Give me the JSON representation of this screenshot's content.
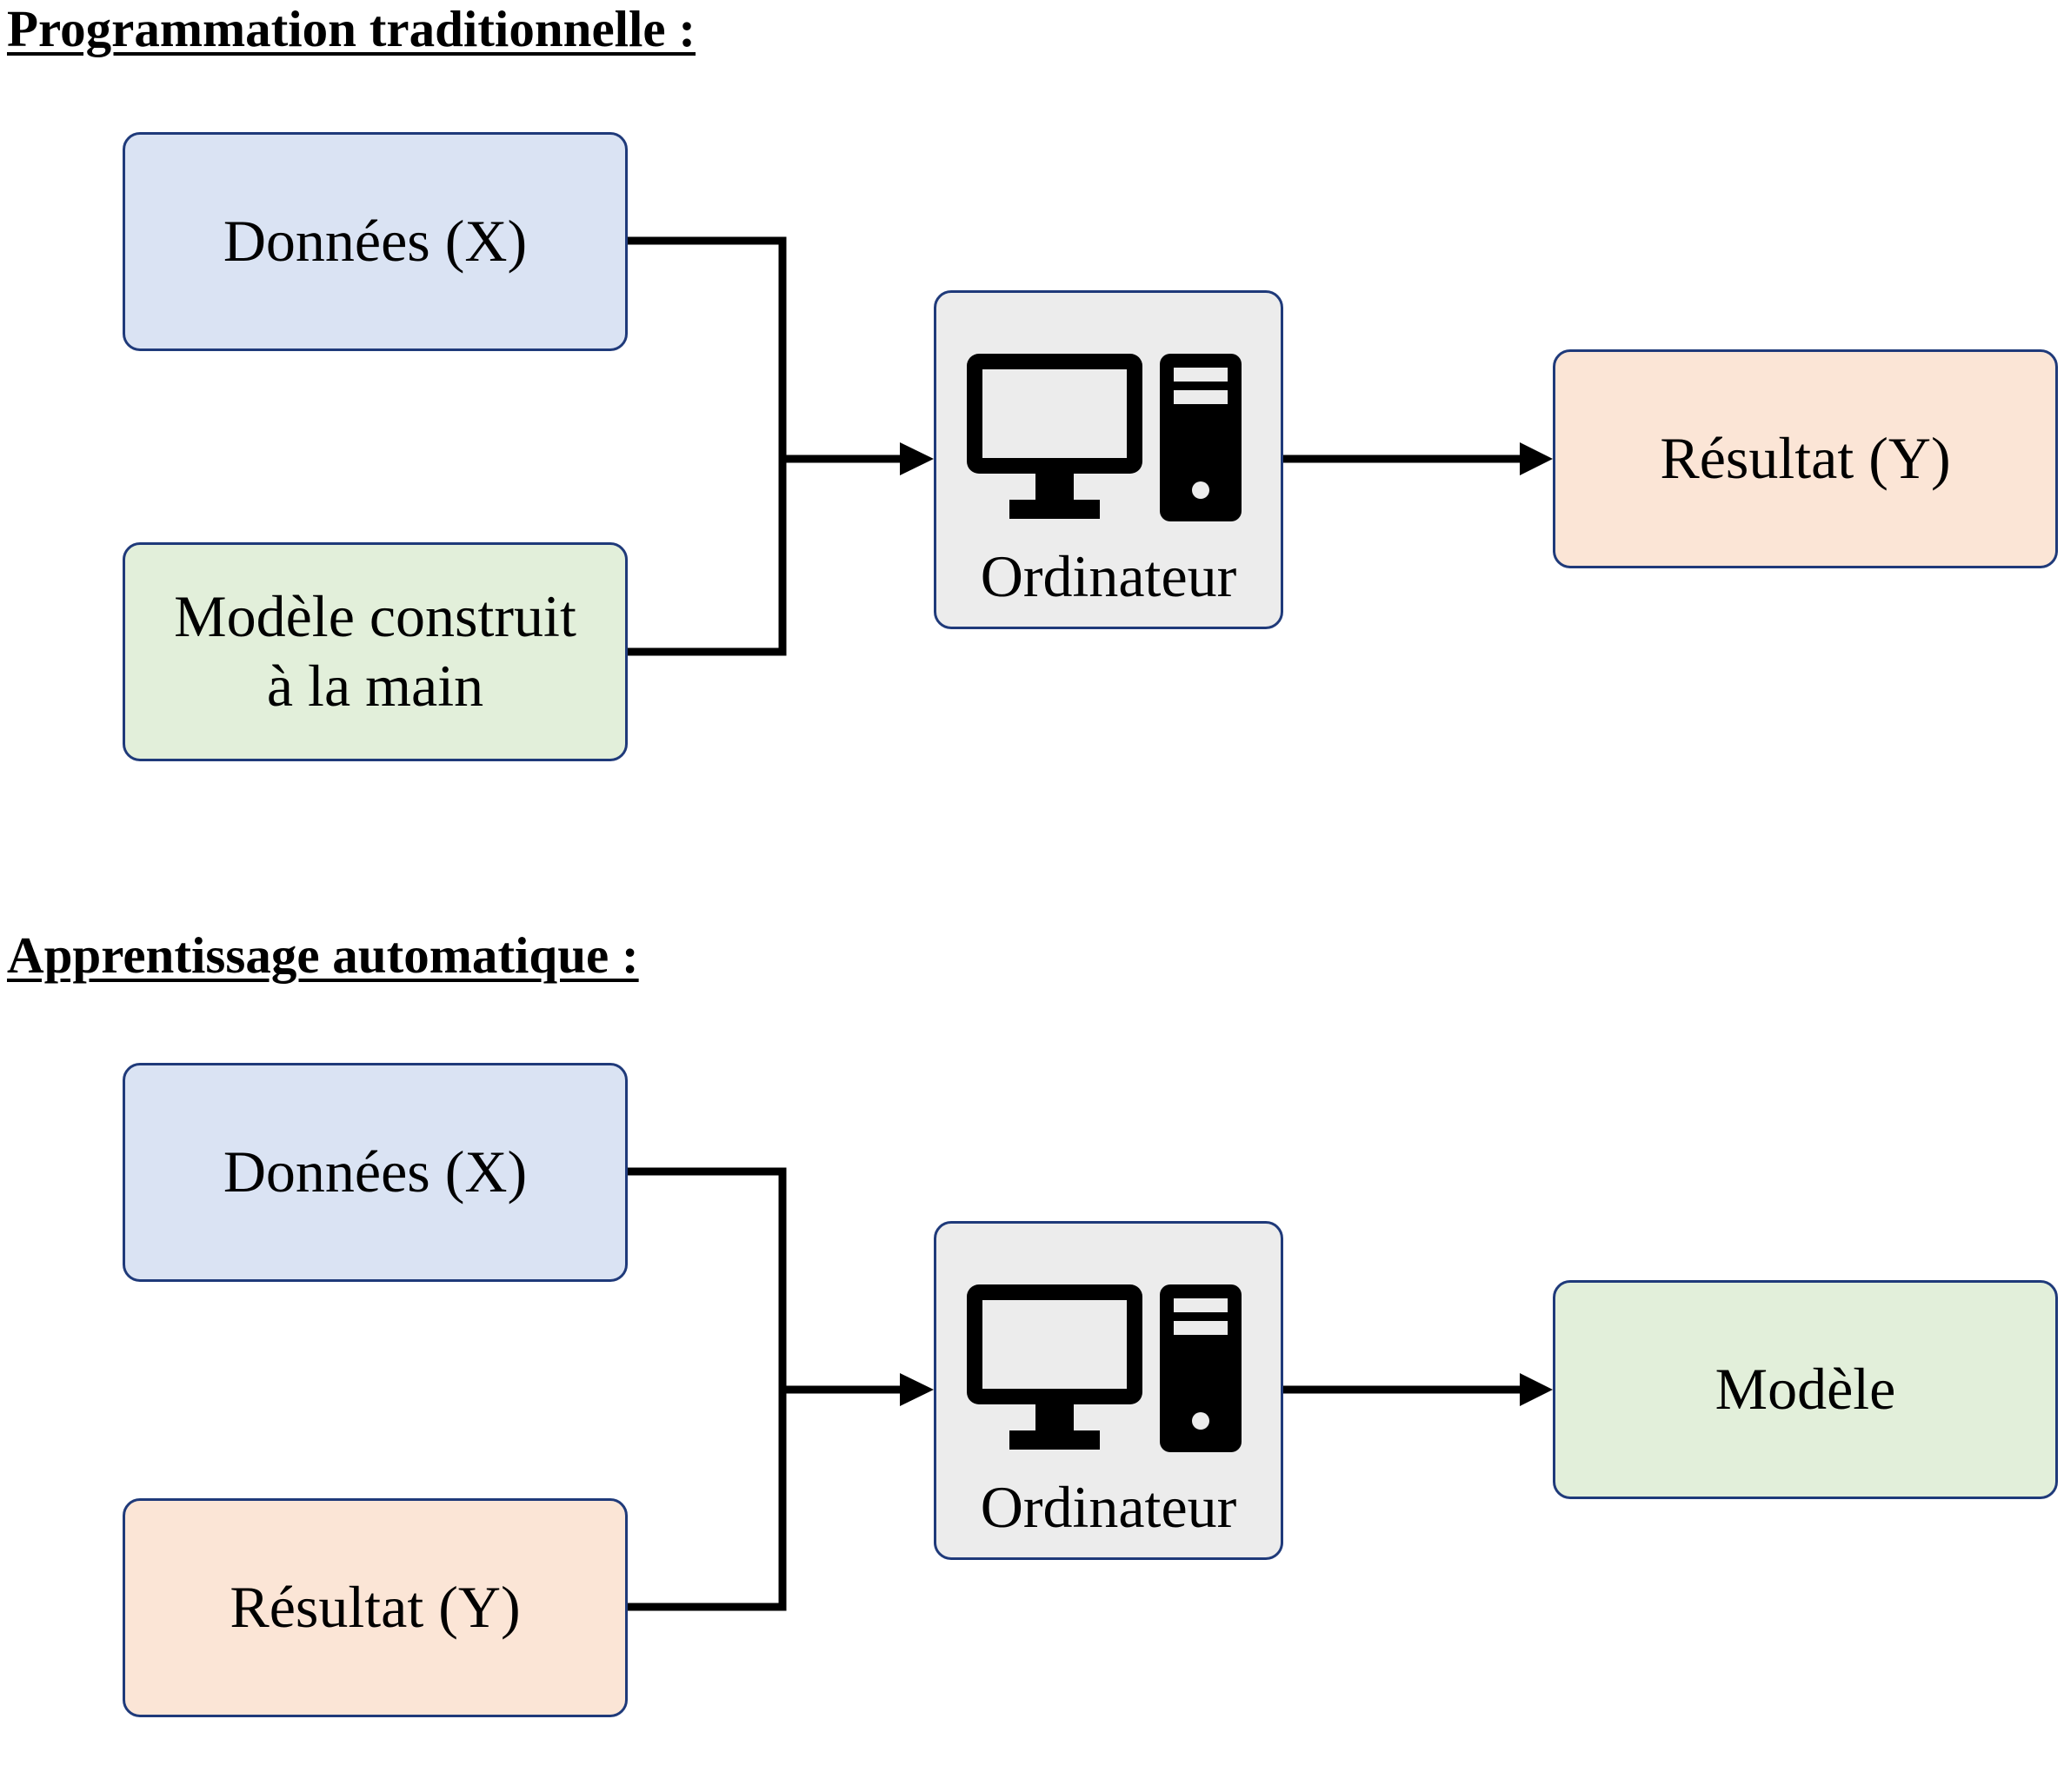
{
  "colors": {
    "input_blue": "#dae3f3",
    "model_green": "#e2efda",
    "result_peach": "#fbe5d6",
    "computer_grey": "#ececec",
    "box_border": "#1f3a7a",
    "connector": "#000000"
  },
  "traditional": {
    "heading": "Programmation traditionnelle :",
    "input_top": "Données (X)",
    "input_bottom": "Modèle construit\nà la main",
    "computer_icon": "desktop-computer-icon",
    "computer_label": "Ordinateur",
    "output": "Résultat (Y)"
  },
  "machine_learning": {
    "heading": "Apprentissage automatique :",
    "input_top": "Données (X)",
    "input_bottom": "Résultat (Y)",
    "computer_icon": "desktop-computer-icon",
    "computer_label": "Ordinateur",
    "output": "Modèle"
  }
}
